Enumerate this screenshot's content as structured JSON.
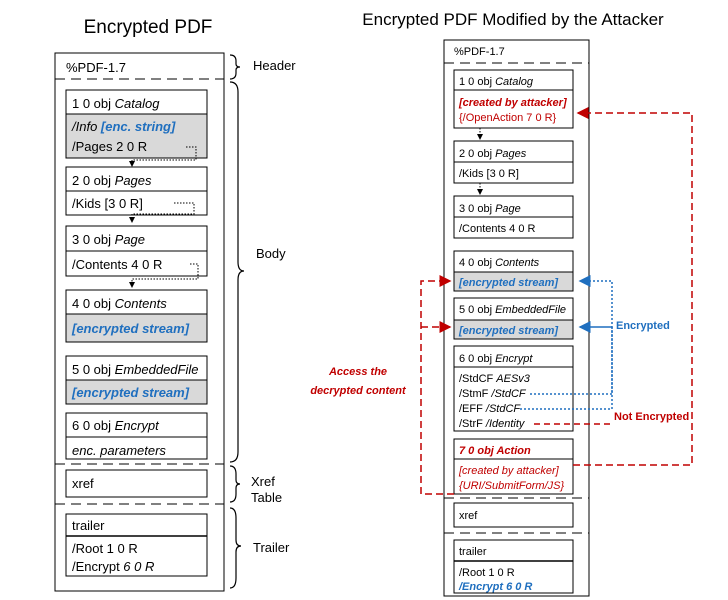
{
  "left": {
    "title": "Encrypted PDF",
    "header_text": "%PDF-1.7",
    "catalog": {
      "head_prefix": "1 0 obj ",
      "head_em": "Catalog",
      "info_key": "/Info ",
      "info_val": "[enc. string]",
      "pages": "/Pages 2 0 R"
    },
    "pages": {
      "head_prefix": "2 0 obj ",
      "head_em": "Pages",
      "kids": "/Kids [3 0 R]"
    },
    "page": {
      "head_prefix": "3 0 obj ",
      "head_em": "Page",
      "contents": "/Contents 4 0 R"
    },
    "contents": {
      "head_prefix": "4 0 obj ",
      "head_em": "Contents",
      "stream": "[encrypted stream]"
    },
    "embedded": {
      "head_prefix": "5 0 obj ",
      "head_em": "EmbeddedFile",
      "stream": "[encrypted stream]"
    },
    "encrypt": {
      "head_prefix": "6 0 obj ",
      "head_em": "Encrypt",
      "params": "enc. parameters"
    },
    "xref": "xref",
    "trailer": {
      "label": "trailer",
      "root": "/Root 1 0 R",
      "enc_prefix": "/Encrypt ",
      "enc_em": "6 0 R"
    }
  },
  "labels": {
    "header": "Header",
    "body": "Body",
    "xref_line1": "Xref",
    "xref_line2": "Table",
    "trailer": "Trailer"
  },
  "right": {
    "title": "Encrypted PDF Modified by the Attacker",
    "header_text": "%PDF-1.7",
    "catalog": {
      "head_prefix": "1 0 obj ",
      "head_em": "Catalog",
      "created": "[created by attacker]",
      "openaction": "{/OpenAction 7 0 R}"
    },
    "pages": {
      "head_prefix": "2 0 obj ",
      "head_em": "Pages",
      "kids": "/Kids [3 0 R]"
    },
    "page": {
      "head_prefix": "3 0 obj ",
      "head_em": "Page",
      "contents": "/Contents 4 0 R"
    },
    "contents": {
      "head_prefix": "4 0 obj ",
      "head_em": "Contents",
      "stream": "[encrypted stream]"
    },
    "embedded": {
      "head_prefix": "5 0 obj ",
      "head_em": "EmbeddedFile",
      "stream": "[encrypted stream]"
    },
    "encrypt": {
      "head_prefix": "6 0 obj ",
      "head_em": "Encrypt",
      "stdcf_key": "/StdCF ",
      "stdcf_val": "AESv3",
      "stmf_key": "/StmF ",
      "stmf_val": "/StdCF",
      "eff_key": "/EFF ",
      "eff_val": "/StdCF",
      "strf_key": "/StrF ",
      "strf_val": "/Identity"
    },
    "action": {
      "head": "7 0 obj Action",
      "created": "[created by attacker]",
      "uri": "{URI/SubmitForm/JS}"
    },
    "xref": "xref",
    "trailer": {
      "label": "trailer",
      "root": "/Root 1 0 R",
      "encrypt": "/Encrypt 6 0 R"
    }
  },
  "annotations": {
    "encrypted": "Encrypted",
    "not_encrypted": "Not Encrypted",
    "access_line1": "Access the",
    "access_line2": "decrypted content"
  },
  "colors": {
    "blue": "#1f6fbf",
    "red": "#c00000",
    "gray": "#d9d9d9"
  }
}
